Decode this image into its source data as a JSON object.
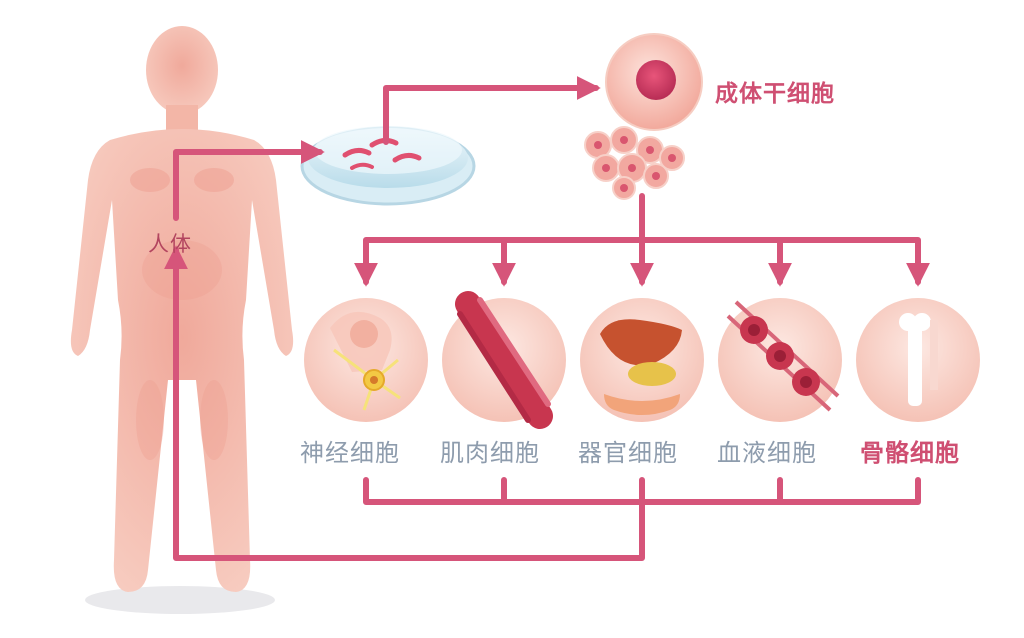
{
  "labels": {
    "stem_cell": "成体干细胞",
    "human_body": "人体",
    "cell_types": [
      {
        "label": "神经细胞",
        "icon": "nerve-cell-icon"
      },
      {
        "label": "肌肉细胞",
        "icon": "muscle-cell-icon"
      },
      {
        "label": "器官细胞",
        "icon": "organ-cell-icon"
      },
      {
        "label": "血液细胞",
        "icon": "blood-cell-icon"
      },
      {
        "label": "骨骼细胞",
        "icon": "bone-cell-icon"
      }
    ]
  },
  "colors": {
    "arrow": "#d6557a",
    "body": "#f3b6a7",
    "label_gray": "#8e9cad",
    "label_highlight": "#cf4f72"
  }
}
